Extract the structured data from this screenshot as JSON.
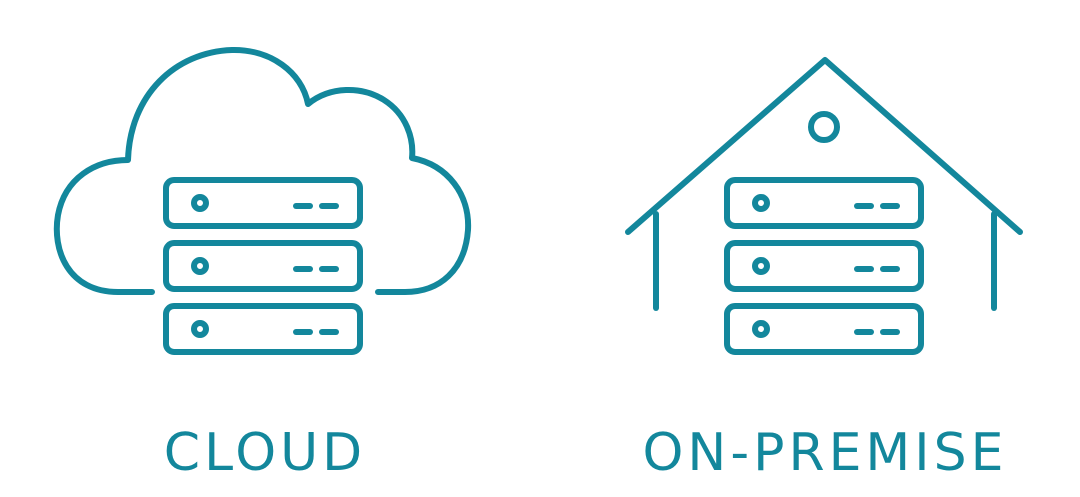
{
  "colors": {
    "accent": "#13879c",
    "background": "#ffffff"
  },
  "panels": [
    {
      "id": "cloud",
      "label": "CLOUD",
      "container_icon": "cloud-icon",
      "server_units": 3
    },
    {
      "id": "on-premise",
      "label": "ON-PREMISE",
      "container_icon": "house-icon",
      "server_units": 3
    }
  ]
}
